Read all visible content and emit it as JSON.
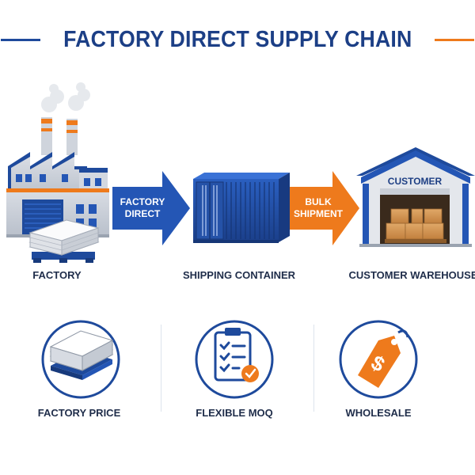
{
  "title": "FACTORY DIRECT SUPPLY CHAIN",
  "flow": {
    "arrow1": {
      "line1": "FACTORY",
      "line2": "DIRECT"
    },
    "arrow2": {
      "line1": "BULK",
      "line2": "SHIPMENT"
    },
    "warehouse_sign": "CUSTOMER"
  },
  "stages": [
    {
      "label": "FACTORY",
      "icon": "factory-icon"
    },
    {
      "label": "SHIPPING CONTAINER",
      "icon": "shipping-container-icon"
    },
    {
      "label": "CUSTOMER WAREHOUSE",
      "icon": "warehouse-icon"
    }
  ],
  "benefits": [
    {
      "label": "FACTORY PRICE",
      "icon": "stacked-panels-icon"
    },
    {
      "label": "FLEXIBLE MOQ",
      "icon": "clipboard-checklist-icon"
    },
    {
      "label": "WHOLESALE",
      "icon": "price-tag-icon"
    }
  ],
  "colors": {
    "navy": "#1c3f86",
    "blue": "#2456b5",
    "orange": "#ee7a1c"
  }
}
